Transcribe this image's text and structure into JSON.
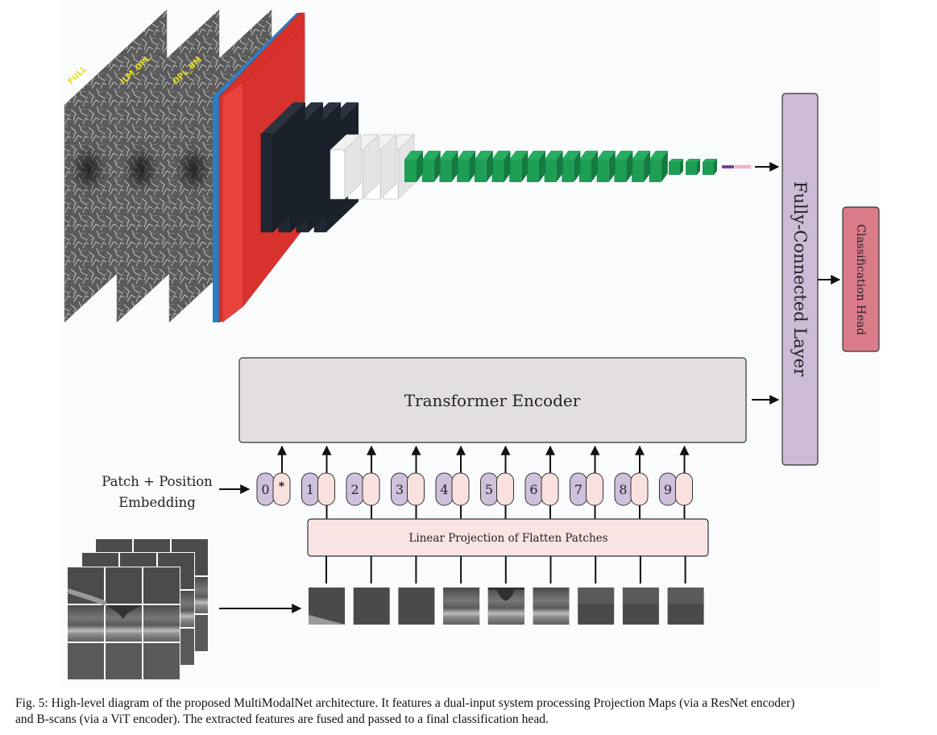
{
  "projection_maps": {
    "labels": [
      "FULL",
      "ILM_OPL",
      "OPL_BM"
    ],
    "label_color": "#e8e020"
  },
  "cnn_encoder": {
    "colors": {
      "input_blue": "#2a7fc4",
      "conv_red": "#d9302c",
      "block_dark": "#1f2733",
      "block_white": "#ffffff",
      "block_green": "#1e9d55",
      "vector_purple": "#7a3fa0",
      "vector_pink": "#f0b5cc"
    },
    "dark_block_count": 4,
    "white_block_count": 4,
    "green_large_count": 15,
    "green_small_count": 3
  },
  "fully_connected": {
    "label": "Fully-Connected Layer",
    "color": "#ccbad6"
  },
  "classification_head": {
    "label": "Classification Head",
    "color": "#d97b89"
  },
  "transformer": {
    "label": "Transformer Encoder",
    "color": "#e3dee1"
  },
  "embedding": {
    "label_line1": "Patch + Position",
    "label_line2": "Embedding",
    "tokens": [
      "0",
      "1",
      "2",
      "3",
      "4",
      "5",
      "6",
      "7",
      "8",
      "9"
    ],
    "class_token_marker": "*",
    "position_color": "#cfc0dc",
    "patch_color": "#f8e1df"
  },
  "linear_projection": {
    "label": "Linear Projection of Flatten Patches",
    "color": "#f8e4e2"
  },
  "patches": {
    "count": 9,
    "kinds": [
      "dark-corner",
      "dark",
      "dark",
      "retina-left",
      "fovea",
      "retina-right",
      "choroid",
      "choroid",
      "choroid"
    ]
  },
  "caption": {
    "line1": "Fig. 5: High-level diagram of the proposed MultiModalNet architecture. It features a dual-input system processing Projection Maps (via a ResNet encoder)",
    "line2": "and B-scans (via a ViT encoder). The extracted features are fused and passed to a final classification head."
  }
}
